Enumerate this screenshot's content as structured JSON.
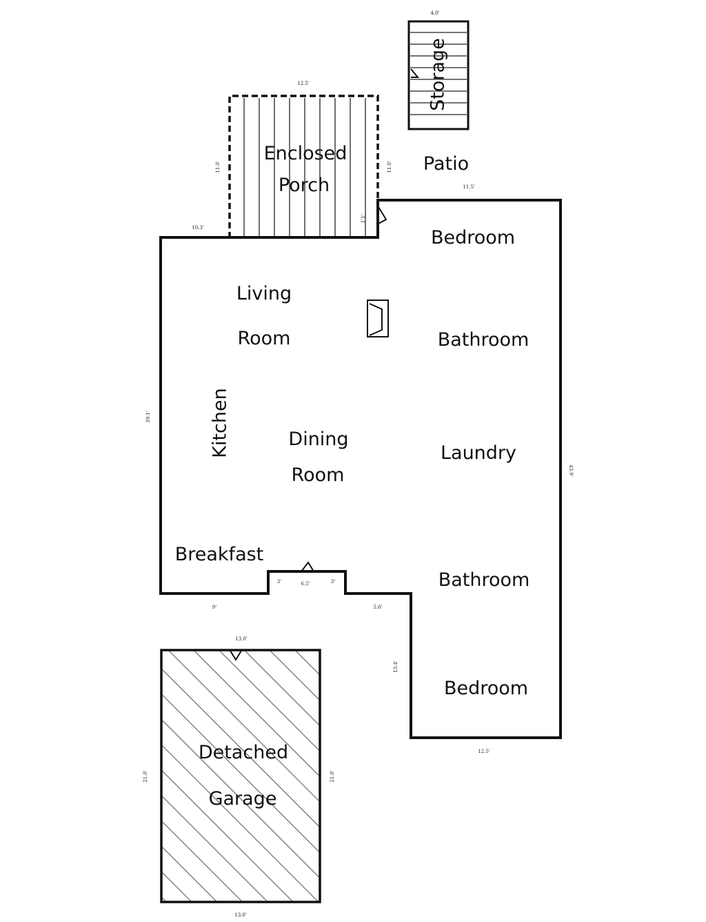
{
  "rooms": {
    "storage": "Storage",
    "enclosed_porch": [
      "Enclosed",
      "Porch"
    ],
    "patio": "Patio",
    "bedroom_top": "Bedroom",
    "living_room": [
      "Living",
      "Room"
    ],
    "bathroom_top": "Bathroom",
    "kitchen": "Kitchen",
    "dining_room": [
      "Dining",
      "Room"
    ],
    "laundry": "Laundry",
    "breakfast": "Breakfast",
    "bathroom_bottom": "Bathroom",
    "bedroom_bottom": "Bedroom",
    "detached_garage": [
      "Detached",
      "Garage"
    ]
  },
  "dimensions": {
    "storage_width": "4.0'",
    "porch_width": "12.5'",
    "porch_left_depth": "11.0'",
    "porch_right_depth": "11.0'",
    "porch_inner": "1'1'",
    "patio_width": "11.5'",
    "house_left_top": "10.3'",
    "house_left_side": "39.1'",
    "house_right_side": "43.9'",
    "bottom_left": "9'",
    "entry_width": "6.5'",
    "entry_left": "3'",
    "entry_right": "3'",
    "bottom_mid": "5.6'",
    "wing_side": "13.4'",
    "wing_bottom": "12.5'",
    "garage_top": "13.0'",
    "garage_left": "21.0'",
    "garage_right": "21.0'",
    "garage_bottom": "13.0'"
  }
}
